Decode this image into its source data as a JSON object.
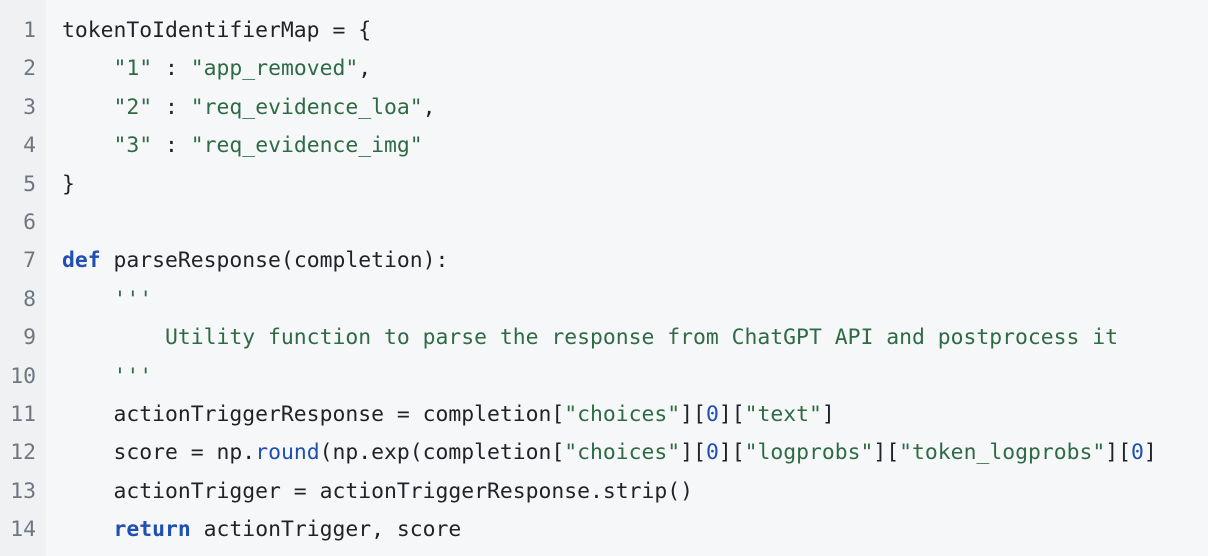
{
  "colors": {
    "background": "#f6f7f8",
    "gutter": "#f0f1f2",
    "keyword": "#1f4fb3",
    "string": "#2e6b45",
    "number": "#1f4fb3",
    "text": "#1f2328",
    "line_number": "#6e7781"
  },
  "lines": [
    {
      "number": "1",
      "tokens": [
        {
          "t": "tokenToIdentifierMap = {",
          "c": ""
        }
      ]
    },
    {
      "number": "2",
      "tokens": [
        {
          "t": "    ",
          "c": ""
        },
        {
          "t": "\"1\"",
          "c": "str"
        },
        {
          "t": " : ",
          "c": ""
        },
        {
          "t": "\"app_removed\"",
          "c": "str"
        },
        {
          "t": ",",
          "c": ""
        }
      ]
    },
    {
      "number": "3",
      "tokens": [
        {
          "t": "    ",
          "c": ""
        },
        {
          "t": "\"2\"",
          "c": "str"
        },
        {
          "t": " : ",
          "c": ""
        },
        {
          "t": "\"req_evidence_loa\"",
          "c": "str"
        },
        {
          "t": ",",
          "c": ""
        }
      ]
    },
    {
      "number": "4",
      "tokens": [
        {
          "t": "    ",
          "c": ""
        },
        {
          "t": "\"3\"",
          "c": "str"
        },
        {
          "t": " : ",
          "c": ""
        },
        {
          "t": "\"req_evidence_img\"",
          "c": "str"
        }
      ]
    },
    {
      "number": "5",
      "tokens": [
        {
          "t": "}",
          "c": ""
        }
      ]
    },
    {
      "number": "6",
      "tokens": []
    },
    {
      "number": "7",
      "tokens": [
        {
          "t": "def",
          "c": "kw"
        },
        {
          "t": " parseResponse(completion):",
          "c": ""
        }
      ]
    },
    {
      "number": "8",
      "tokens": [
        {
          "t": "    ",
          "c": ""
        },
        {
          "t": "'''",
          "c": "doc"
        }
      ]
    },
    {
      "number": "9",
      "tokens": [
        {
          "t": "        Utility function to parse the response from ChatGPT API and postprocess it",
          "c": "doc"
        }
      ]
    },
    {
      "number": "10",
      "tokens": [
        {
          "t": "    ",
          "c": ""
        },
        {
          "t": "'''",
          "c": "doc"
        }
      ]
    },
    {
      "number": "11",
      "tokens": [
        {
          "t": "    actionTriggerResponse = completion[",
          "c": ""
        },
        {
          "t": "\"choices\"",
          "c": "str"
        },
        {
          "t": "][",
          "c": ""
        },
        {
          "t": "0",
          "c": "num"
        },
        {
          "t": "][",
          "c": ""
        },
        {
          "t": "\"text\"",
          "c": "str"
        },
        {
          "t": "]",
          "c": ""
        }
      ]
    },
    {
      "number": "12",
      "tokens": [
        {
          "t": "    score = np.",
          "c": ""
        },
        {
          "t": "round",
          "c": "call"
        },
        {
          "t": "(np.exp(completion[",
          "c": ""
        },
        {
          "t": "\"choices\"",
          "c": "str"
        },
        {
          "t": "][",
          "c": ""
        },
        {
          "t": "0",
          "c": "num"
        },
        {
          "t": "][",
          "c": ""
        },
        {
          "t": "\"logprobs\"",
          "c": "str"
        },
        {
          "t": "][",
          "c": ""
        },
        {
          "t": "\"token_logprobs\"",
          "c": "str"
        },
        {
          "t": "][",
          "c": ""
        },
        {
          "t": "0",
          "c": "num"
        },
        {
          "t": "]",
          "c": ""
        }
      ]
    },
    {
      "number": "13",
      "tokens": [
        {
          "t": "    actionTrigger = actionTriggerResponse.strip()",
          "c": ""
        }
      ]
    },
    {
      "number": "14",
      "tokens": [
        {
          "t": "    ",
          "c": ""
        },
        {
          "t": "return",
          "c": "kw"
        },
        {
          "t": " actionTrigger, score",
          "c": ""
        }
      ]
    }
  ]
}
